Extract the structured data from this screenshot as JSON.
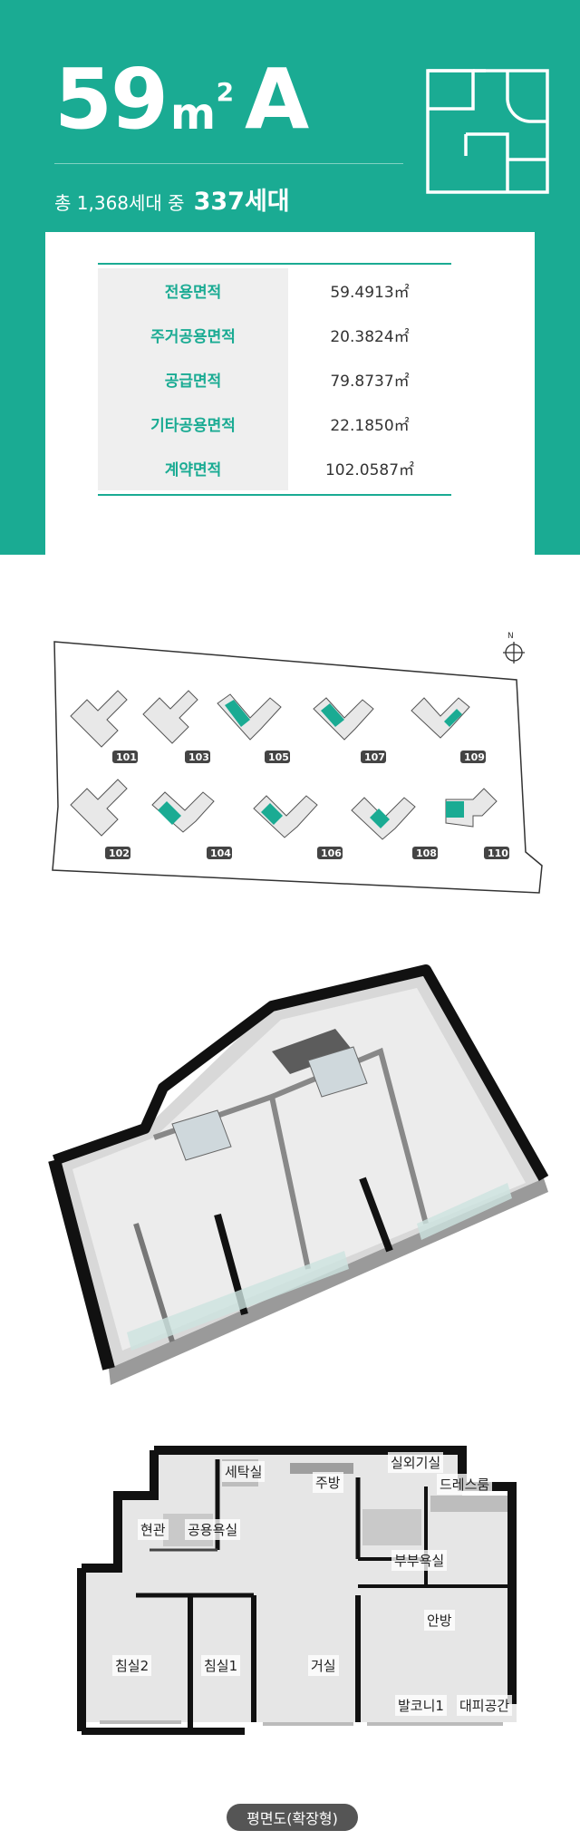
{
  "header": {
    "size_number": "59",
    "size_unit": "m",
    "size_unit_sup": "2",
    "type_letter": "A",
    "icon": "floorplan-outline-icon",
    "households_prefix": "총 1,368세대 중",
    "households_highlight": "337세대"
  },
  "area_table": {
    "rows": [
      {
        "label": "전용면적",
        "value": "59.4913㎡"
      },
      {
        "label": "주거공용면적",
        "value": "20.3824㎡"
      },
      {
        "label": "공급면적",
        "value": "79.8737㎡"
      },
      {
        "label": "기타공용면적",
        "value": "22.1850㎡"
      },
      {
        "label": "계약면적",
        "value": "102.0587㎡"
      }
    ]
  },
  "site_plan": {
    "compass_label": "N",
    "buildings": [
      "101",
      "103",
      "105",
      "107",
      "109",
      "102",
      "104",
      "106",
      "108",
      "110"
    ]
  },
  "floor_plan": {
    "rooms": {
      "laundry": "세탁실",
      "kitchen": "주방",
      "outdoor_unit": "실외기실",
      "dress_room": "드레스룸",
      "entrance": "현관",
      "common_bath": "공용욕실",
      "master_bath": "부부욕실",
      "master_bedroom": "안방",
      "bedroom2": "침실2",
      "bedroom1": "침실1",
      "living": "거실",
      "balcony1": "발코니1",
      "evacuation": "대피공간"
    },
    "caption": "평면도(확장형)"
  },
  "colors": {
    "brand": "#1aab93",
    "table_label_bg": "#efefef"
  }
}
